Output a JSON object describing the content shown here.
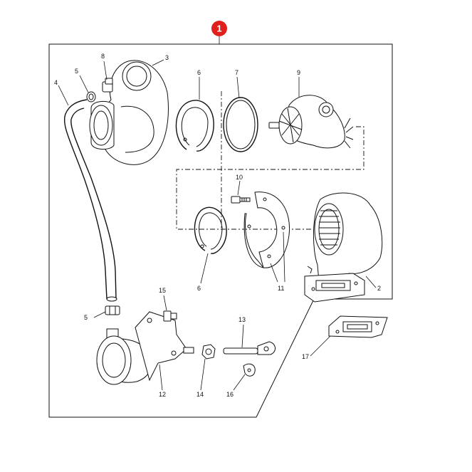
{
  "badge": {
    "label": "1",
    "color": "#e0201c"
  },
  "parts": [
    {
      "id": "2",
      "label": "2"
    },
    {
      "id": "3",
      "label": "3"
    },
    {
      "id": "4",
      "label": "4"
    },
    {
      "id": "5a",
      "label": "5"
    },
    {
      "id": "5b",
      "label": "5"
    },
    {
      "id": "6a",
      "label": "6"
    },
    {
      "id": "6b",
      "label": "6"
    },
    {
      "id": "7",
      "label": "7"
    },
    {
      "id": "8",
      "label": "8"
    },
    {
      "id": "9",
      "label": "9"
    },
    {
      "id": "10",
      "label": "10"
    },
    {
      "id": "11",
      "label": "11"
    },
    {
      "id": "12",
      "label": "12"
    },
    {
      "id": "13",
      "label": "13"
    },
    {
      "id": "14",
      "label": "14"
    },
    {
      "id": "15",
      "label": "15"
    },
    {
      "id": "16",
      "label": "16"
    },
    {
      "id": "17",
      "label": "17"
    }
  ]
}
